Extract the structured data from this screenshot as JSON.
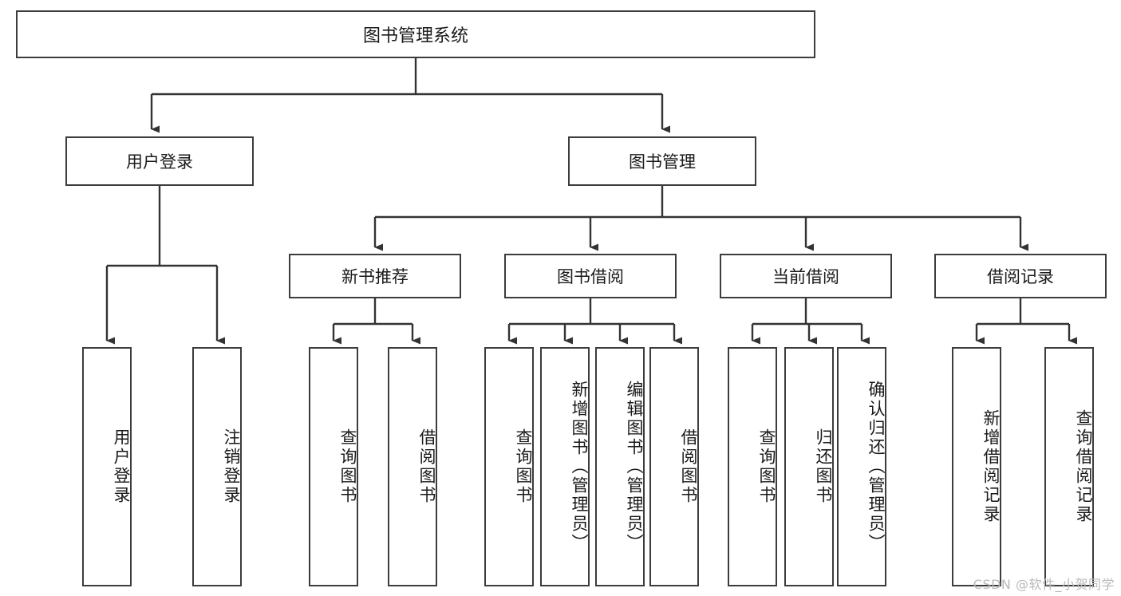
{
  "diagram": {
    "title": "图书管理系统",
    "type": "tree",
    "watermark": "CSDN @软件_小贺同学",
    "colors": {
      "border": "#3c3c3c",
      "background": "#ffffff",
      "text": "#1a1a1a",
      "connector": "#333333",
      "watermark": "#b9b9b9"
    },
    "nodes": {
      "root": {
        "label": "图书管理系统"
      },
      "level2": [
        {
          "label": "用户登录"
        },
        {
          "label": "图书管理"
        }
      ],
      "level3": [
        {
          "label": "新书推荐"
        },
        {
          "label": "图书借阅"
        },
        {
          "label": "当前借阅"
        },
        {
          "label": "借阅记录"
        }
      ],
      "leaves": {
        "user_login": [
          {
            "label": "用户登录"
          },
          {
            "label": "注销登录"
          }
        ],
        "new_book_recommend": [
          {
            "label": "查询图书"
          },
          {
            "label": "借阅图书"
          }
        ],
        "book_borrow": [
          {
            "label": "查询图书"
          },
          {
            "label": "新增图书（管理员）"
          },
          {
            "label": "编辑图书（管理员）"
          },
          {
            "label": "借阅图书"
          }
        ],
        "current_borrow": [
          {
            "label": "查询图书"
          },
          {
            "label": "归还图书"
          },
          {
            "label": "确认归还（管理员）"
          }
        ],
        "borrow_record": [
          {
            "label": "新增借阅记录"
          },
          {
            "label": "查询借阅记录"
          }
        ]
      }
    }
  }
}
